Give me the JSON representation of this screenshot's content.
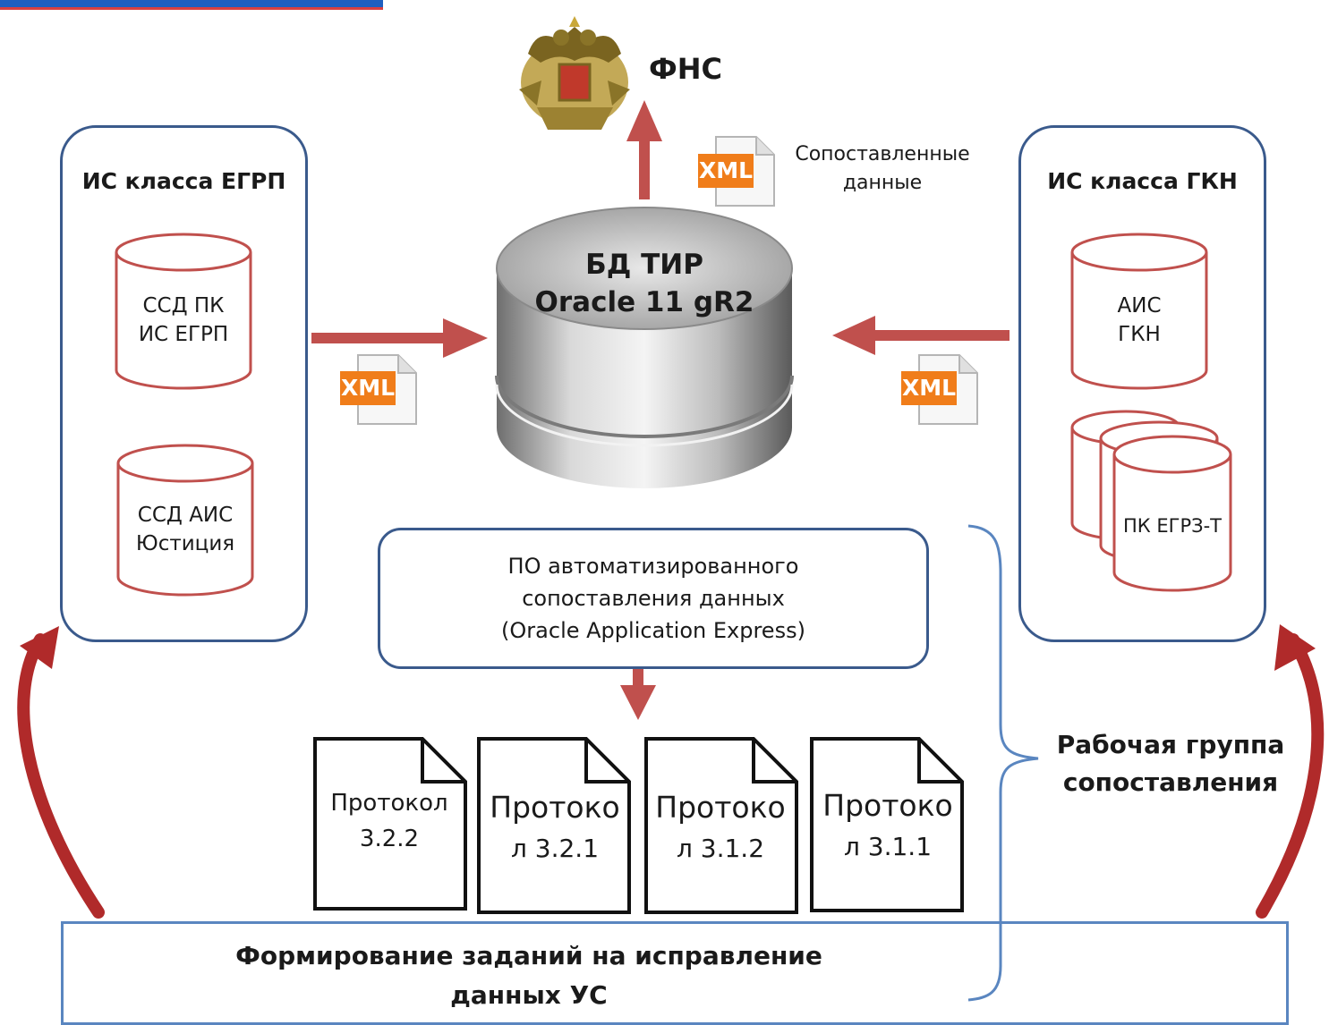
{
  "fns": {
    "label": "ФНС"
  },
  "xml_badge": "XML",
  "matched_data": {
    "line1": "Сопоставленные",
    "line2": "данные"
  },
  "left_panel": {
    "title": "ИС класса ЕГРП",
    "db1": {
      "line1": "ССД ПК",
      "line2": "ИС ЕГРП"
    },
    "db2": {
      "line1": "ССД АИС",
      "line2": "Юстиция"
    }
  },
  "right_panel": {
    "title": "ИС класса ГКН",
    "db1": {
      "line1": "АИС",
      "line2": "ГКН"
    },
    "db2": {
      "line1": "ПК ЕГРЗ-Т"
    }
  },
  "central_db": {
    "line1": "БД ТИР",
    "line2": "Oracle 11 gR2"
  },
  "software": {
    "line1": "ПО автоматизированного",
    "line2": "сопоставления данных",
    "line3": "(Oracle Application Express)"
  },
  "protocols": [
    {
      "line1": "Протокол",
      "line2": "3.2.2"
    },
    {
      "line1": "Протоко",
      "line2": "л 3.2.1"
    },
    {
      "line1": "Протоко",
      "line2": "л 3.1.2"
    },
    {
      "line1": "Протоко",
      "line2": "л 3.1.1"
    }
  ],
  "working_group": {
    "line1": "Рабочая группа",
    "line2": "сопоставления"
  },
  "bottom": {
    "line1": "Формирование заданий на исправление",
    "line2": "данных УС"
  },
  "colors": {
    "arrow": "#c0504d",
    "panel_border": "#3a5a8c",
    "cylinder": "#c0504d",
    "xml_orange": "#f07d1a"
  }
}
